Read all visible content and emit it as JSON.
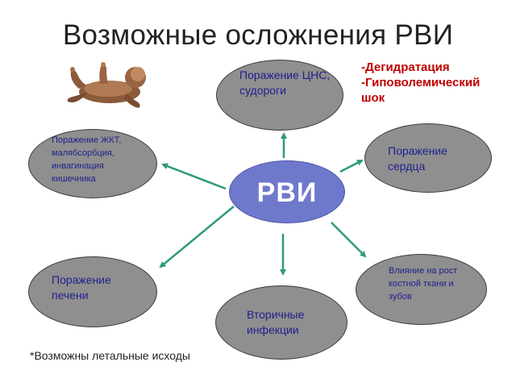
{
  "title": "Возможные осложнения РВИ",
  "center": {
    "label": "РВИ"
  },
  "nodes": {
    "cns": {
      "line1": "Поражение ЦНС,",
      "line2": "судороги"
    },
    "gi": {
      "line1": "Поражение ЖКТ,",
      "line2": "малябсорбция,",
      "line3": "инвагинация",
      "line4": "кишечника"
    },
    "heart": {
      "line1": "Поражение",
      "line2": "сердца"
    },
    "liver": {
      "line1": "Поражение",
      "line2": "печени"
    },
    "infections": {
      "line1": "Вторичные",
      "line2": "инфекции"
    },
    "growth": {
      "line1": "Влияние на рост",
      "line2": "костной ткани и",
      "line3": "зубов"
    }
  },
  "cns_notes": {
    "line1": "-Дегидратация",
    "line2": "-Гиповолемический",
    "line3": "шок"
  },
  "footnote": "*Возможны летальные исходы",
  "colors": {
    "oval_fill": "#8f8f8f",
    "center_fill": "#6f79cc",
    "arrow": "#2e9a7a",
    "node_text": "#1f1f8f",
    "note_text": "#c00000"
  },
  "image": {
    "icon": "infant-photo-icon"
  }
}
